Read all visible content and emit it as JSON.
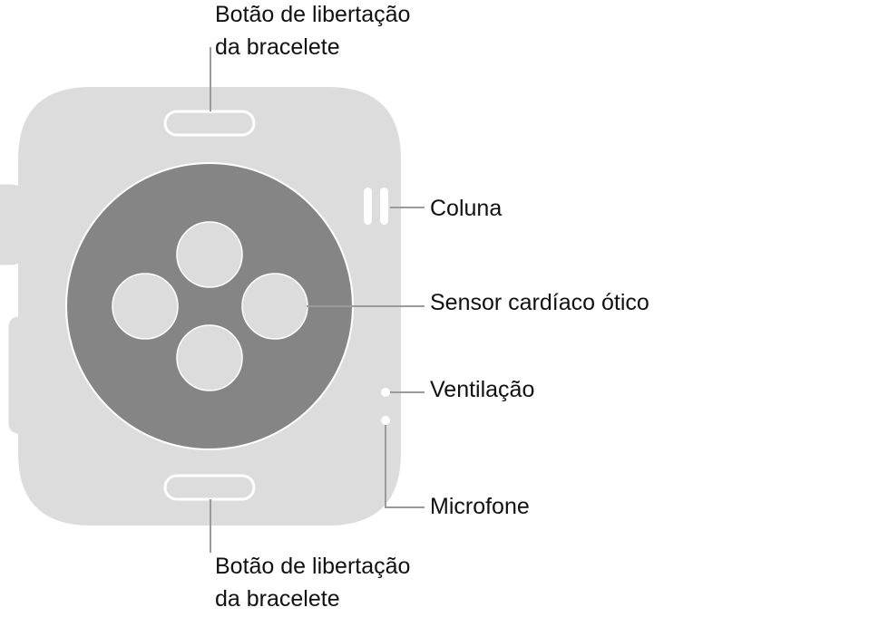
{
  "colors": {
    "case_fill": "#dcdcdc",
    "sensor_disc": "#858585",
    "sensor_lens": "#dcdcdc",
    "outline": "#ffffff",
    "leader_line": "#9a9a9a",
    "label_text": "#111111"
  },
  "labels": {
    "band_release_top": {
      "line1": "Botão de libertação",
      "line2": "da bracelete"
    },
    "speaker": "Coluna",
    "heart_rate_sensor": "Sensor cardíaco ótico",
    "vent": "Ventilação",
    "microphone": "Microfone",
    "band_release_bottom": {
      "line1": "Botão de libertação",
      "line2": "da bracelete"
    }
  }
}
